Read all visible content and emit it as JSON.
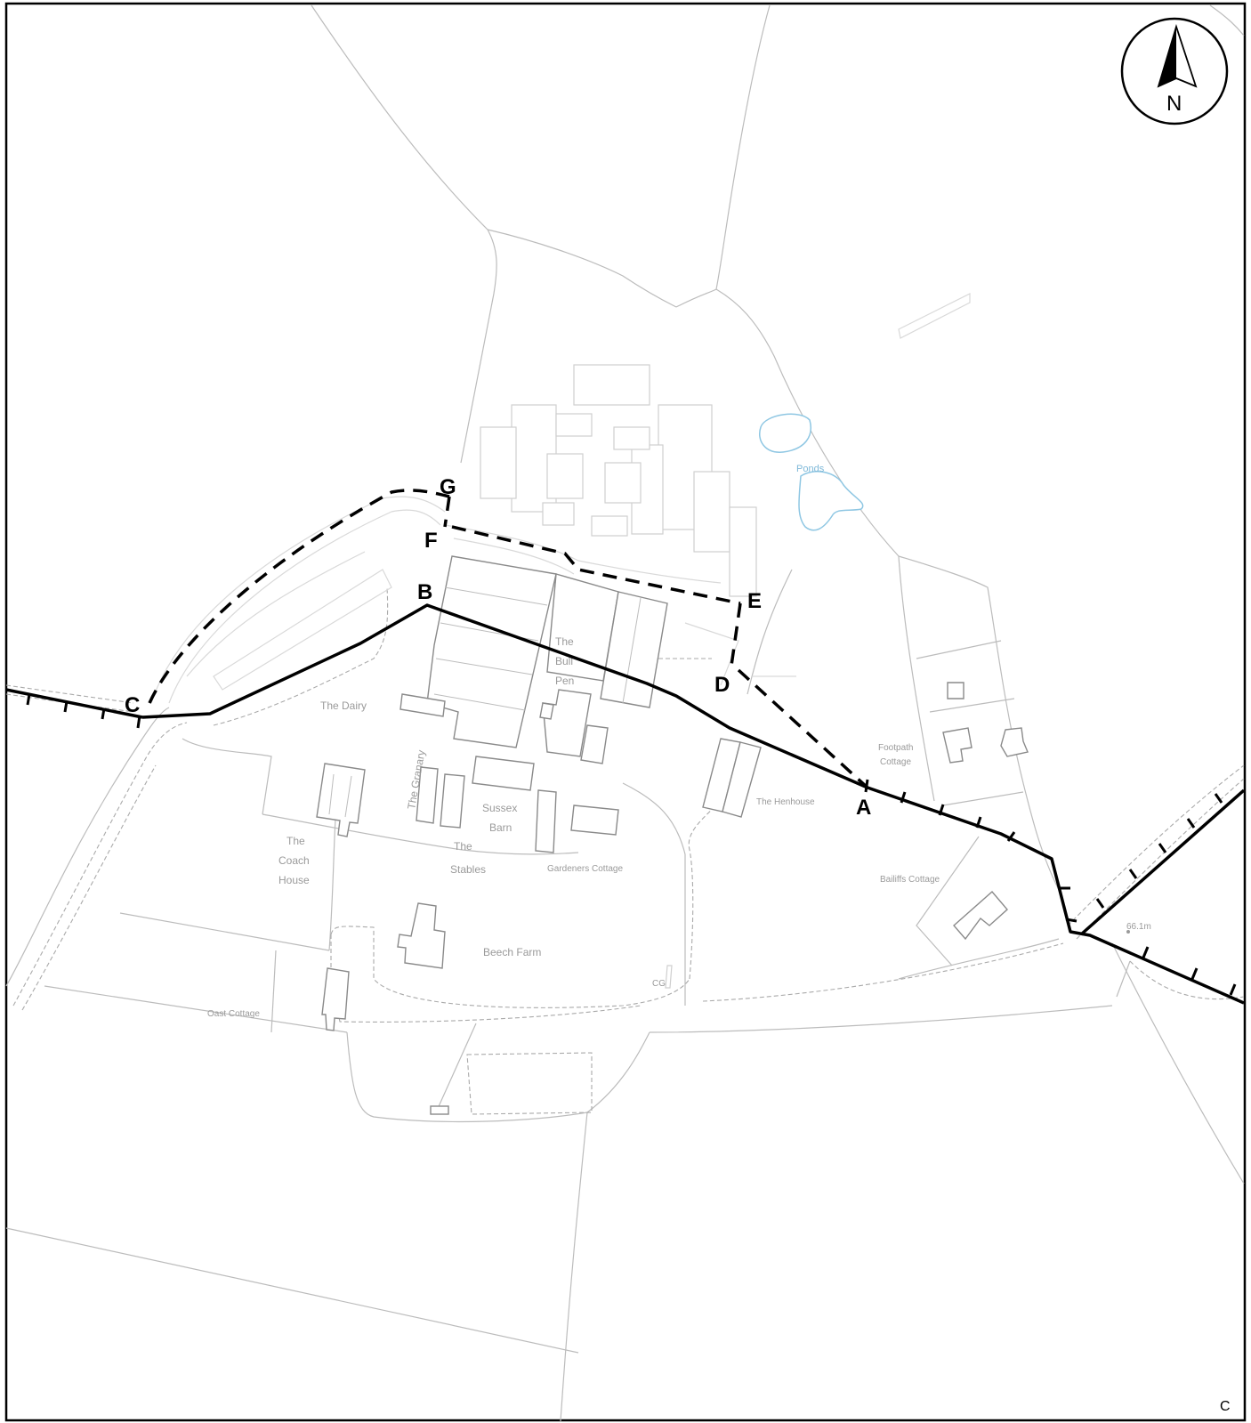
{
  "map": {
    "north_arrow_label": "N",
    "corner_label": "C",
    "route_points": [
      "A",
      "B",
      "C",
      "D",
      "E",
      "F",
      "G"
    ],
    "building_labels": {
      "the_dairy": "The Dairy",
      "the_bull_pen_1": "The",
      "the_bull_pen_2": "Bull",
      "the_bull_pen_3": "Pen",
      "the_granary": "The Granary",
      "sussex_barn_1": "Sussex",
      "sussex_barn_2": "Barn",
      "the_stables_1": "The",
      "the_stables_2": "Stables",
      "coach_house_1": "The",
      "coach_house_2": "Coach",
      "coach_house_3": "House",
      "gardeners_cottage": "Gardeners Cottage",
      "beech_farm": "Beech Farm",
      "the_henhouse": "The Henhouse",
      "footpath_cottage_1": "Footpath",
      "footpath_cottage_2": "Cottage",
      "bailiffs_cottage": "Bailiffs Cottage",
      "oast_cottage": "Oast Cottage",
      "cg": "CG",
      "spot_height": "66.1m",
      "ponds": "Ponds"
    },
    "colors": {
      "route": "#000000",
      "field_boundary": "#bcbcbc",
      "building": "#8a8a8a",
      "water": "#8fc7e3",
      "label": "#9a9a9a"
    }
  }
}
